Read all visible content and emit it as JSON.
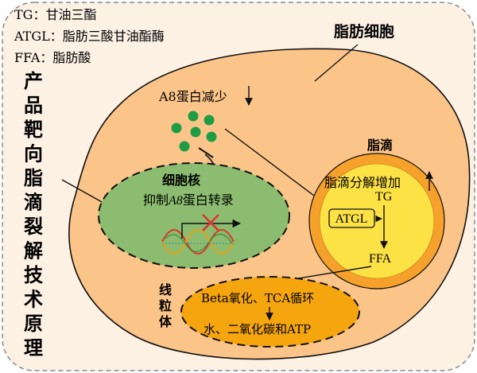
{
  "legend": {
    "tg": "TG：甘油三酯",
    "atgl": "ATGL：脂肪三酸甘油酯酶",
    "ffa": "FFA：脂肪酸"
  },
  "side_title": [
    "产",
    "品",
    "靶",
    "向",
    "脂",
    "滴",
    "裂",
    "解",
    "技",
    "术",
    "原",
    "理"
  ],
  "adipocyte_label": "脂肪细胞",
  "a8_decrease": "A8蛋白减少",
  "nucleus": {
    "title": "细胞核",
    "text_prefix": "抑制",
    "text_italic": "A8",
    "text_suffix": "蛋白转录"
  },
  "lipid_droplet": {
    "title": "脂滴",
    "increase": "脂滴分解增加",
    "tg": "TG",
    "atgl": "ATGL",
    "ffa": "FFA"
  },
  "mitochondria": {
    "label_chars": [
      "线",
      "粒",
      "体"
    ],
    "line1": "Beta氧化、TCA循环",
    "line2": "水、二氧化碳和ATP"
  },
  "colors": {
    "cell_fill": "#fbc489",
    "cell_stroke": "#111111",
    "outer_box": "#fbe9d7",
    "nucleus_fill": "#8cbc6f",
    "droplet_fill": "#fde245",
    "droplet_ring": "#f5a12b",
    "mito_fill": "#f5a50d",
    "dots": "#1f9d45",
    "cross": "#e03030"
  }
}
